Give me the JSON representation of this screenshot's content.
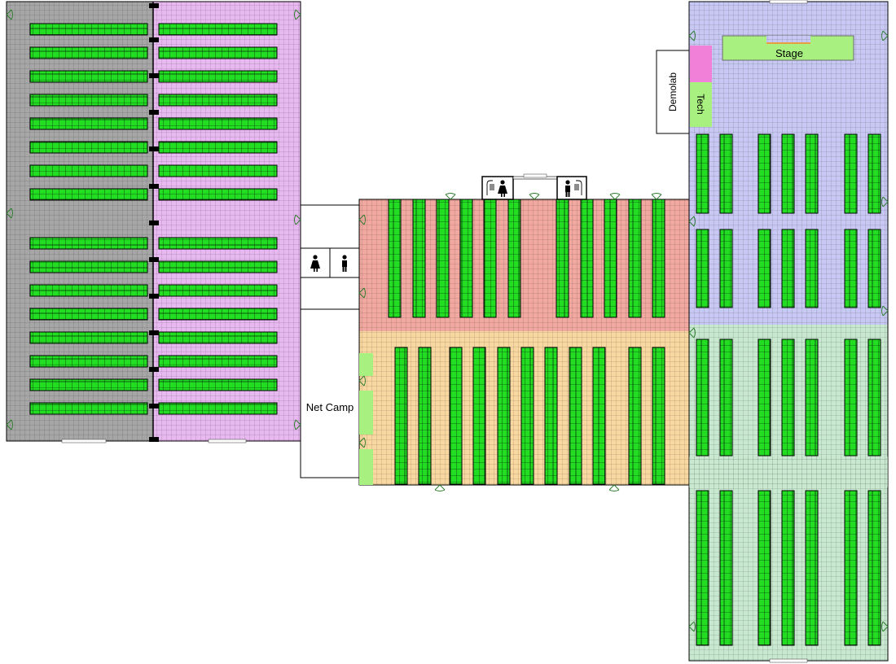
{
  "labels": {
    "stage": "Stage",
    "demolab": "Demolab",
    "tech": "Tech",
    "net_camp": "Net Camp"
  },
  "colors": {
    "hall_a_left": "#a6a6a6",
    "hall_a_right": "#e8b8f0",
    "hall_b_top": "#f0a8a0",
    "hall_b_bottom": "#f8d8a0",
    "hall_c_top": "#c8c8f4",
    "hall_c_bottom": "#c8e8d0",
    "tables": "#22dd22",
    "green_area": "#a8f080",
    "tech_pink": "#f080d8",
    "grid_line": "#000000",
    "door": "#2a7a2a"
  },
  "icons": [
    "female-toilet-icon",
    "male-toilet-icon",
    "shower-icon"
  ]
}
